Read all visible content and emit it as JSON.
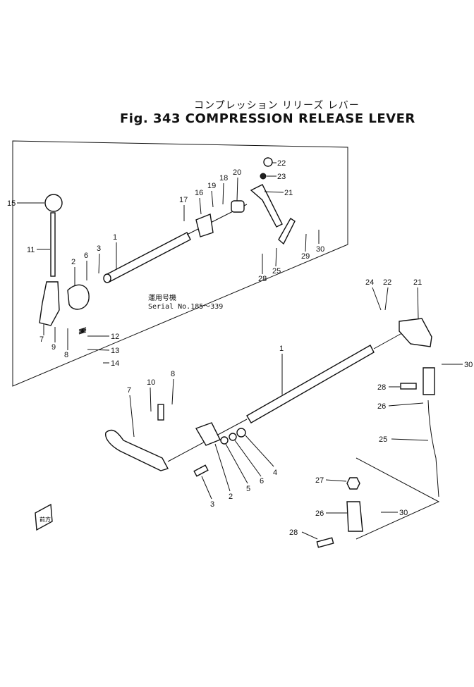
{
  "title": {
    "japanese": "コンプレッション リリーズ レバー",
    "english": "Fig. 343 COMPRESSION RELEASE LEVER"
  },
  "serial_note": {
    "japanese": "運用号機",
    "range": "Serial No.185～339"
  },
  "callouts_upper": [
    {
      "n": "22"
    },
    {
      "n": "23"
    },
    {
      "n": "21"
    },
    {
      "n": "20"
    },
    {
      "n": "18"
    },
    {
      "n": "19"
    },
    {
      "n": "16"
    },
    {
      "n": "17"
    },
    {
      "n": "15"
    },
    {
      "n": "1"
    },
    {
      "n": "11"
    },
    {
      "n": "6"
    },
    {
      "n": "3"
    },
    {
      "n": "2"
    },
    {
      "n": "7"
    },
    {
      "n": "9"
    },
    {
      "n": "8"
    },
    {
      "n": "12"
    },
    {
      "n": "13"
    },
    {
      "n": "14"
    },
    {
      "n": "29"
    },
    {
      "n": "30"
    },
    {
      "n": "25"
    },
    {
      "n": "28"
    }
  ],
  "callouts_lower": [
    {
      "n": "24"
    },
    {
      "n": "22"
    },
    {
      "n": "21"
    },
    {
      "n": "1"
    },
    {
      "n": "30"
    },
    {
      "n": "28"
    },
    {
      "n": "26"
    },
    {
      "n": "25"
    },
    {
      "n": "10"
    },
    {
      "n": "8"
    },
    {
      "n": "7"
    },
    {
      "n": "4"
    },
    {
      "n": "6"
    },
    {
      "n": "5"
    },
    {
      "n": "2"
    },
    {
      "n": "3"
    },
    {
      "n": "27"
    },
    {
      "n": "26"
    },
    {
      "n": "30"
    },
    {
      "n": "28"
    }
  ],
  "front_marker": "前方"
}
